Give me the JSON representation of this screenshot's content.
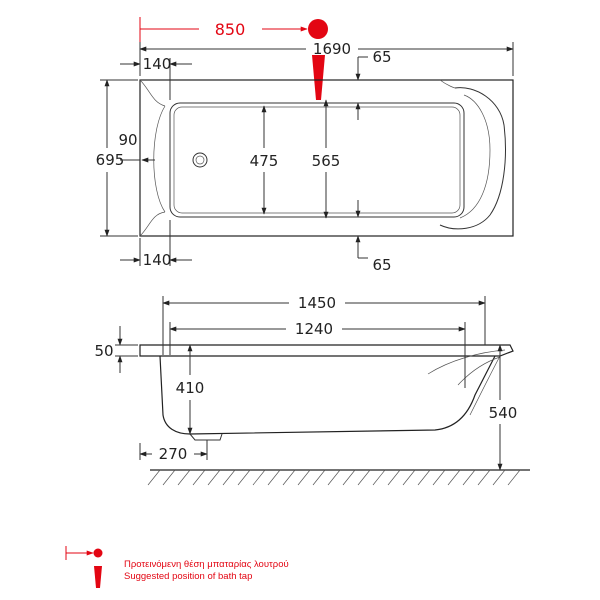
{
  "tap_marker": {
    "distance_label": "850",
    "color": "#e30613"
  },
  "top_view": {
    "overall_length": "1690",
    "left_rim_top": "140",
    "left_rim_bottom": "140",
    "right_top_offset": "65",
    "right_bottom_offset": "65",
    "overall_width": "695",
    "drain_offset": "90",
    "inner_width": "475",
    "basin_width": "565"
  },
  "side_view": {
    "top_length": "1450",
    "inner_length": "1240",
    "rim_height": "50",
    "inner_depth": "410",
    "overall_height": "540",
    "foot_offset": "270"
  },
  "legend": {
    "line_greek": "Προτεινόμενη θέση μπαταρίας λουτρού",
    "line_english": "Suggested position of bath tap"
  }
}
